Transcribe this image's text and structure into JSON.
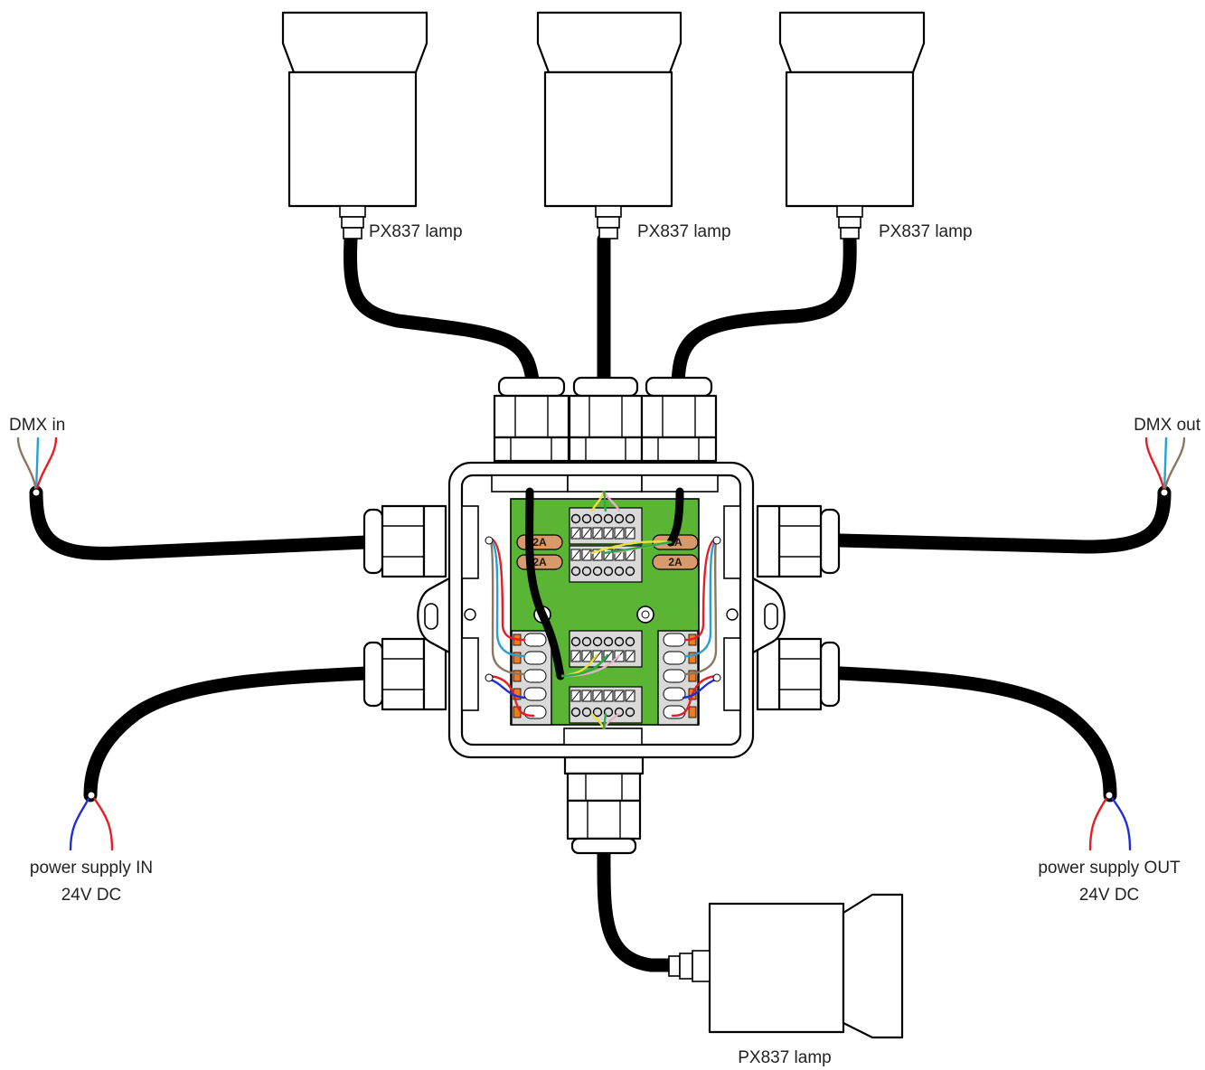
{
  "labels": {
    "lamp_top_left": "PX837 lamp",
    "lamp_top_center": "PX837 lamp",
    "lamp_top_right": "PX837 lamp",
    "lamp_bottom": "PX837 lamp",
    "dmx_in": "DMX in",
    "dmx_out": "DMX out",
    "power_in_line1": "power supply IN",
    "power_in_line2": "24V DC",
    "power_out_line1": "power supply OUT",
    "power_out_line2": "24V DC"
  },
  "fuses": [
    "2A",
    "2A",
    "2A",
    "2A"
  ],
  "colors": {
    "pcb": "#5bb535",
    "fuse": "#d89a6a",
    "wire_red": "#e41e26",
    "wire_blue": "#2a9fd6",
    "wire_brown": "#8b7761",
    "wire_dark_blue": "#1f2fd6",
    "wire_green": "#2fa84a",
    "wire_yellow": "#e8e23a",
    "wire_pink": "#e8b0c8",
    "terminal": "#f07a1e"
  }
}
